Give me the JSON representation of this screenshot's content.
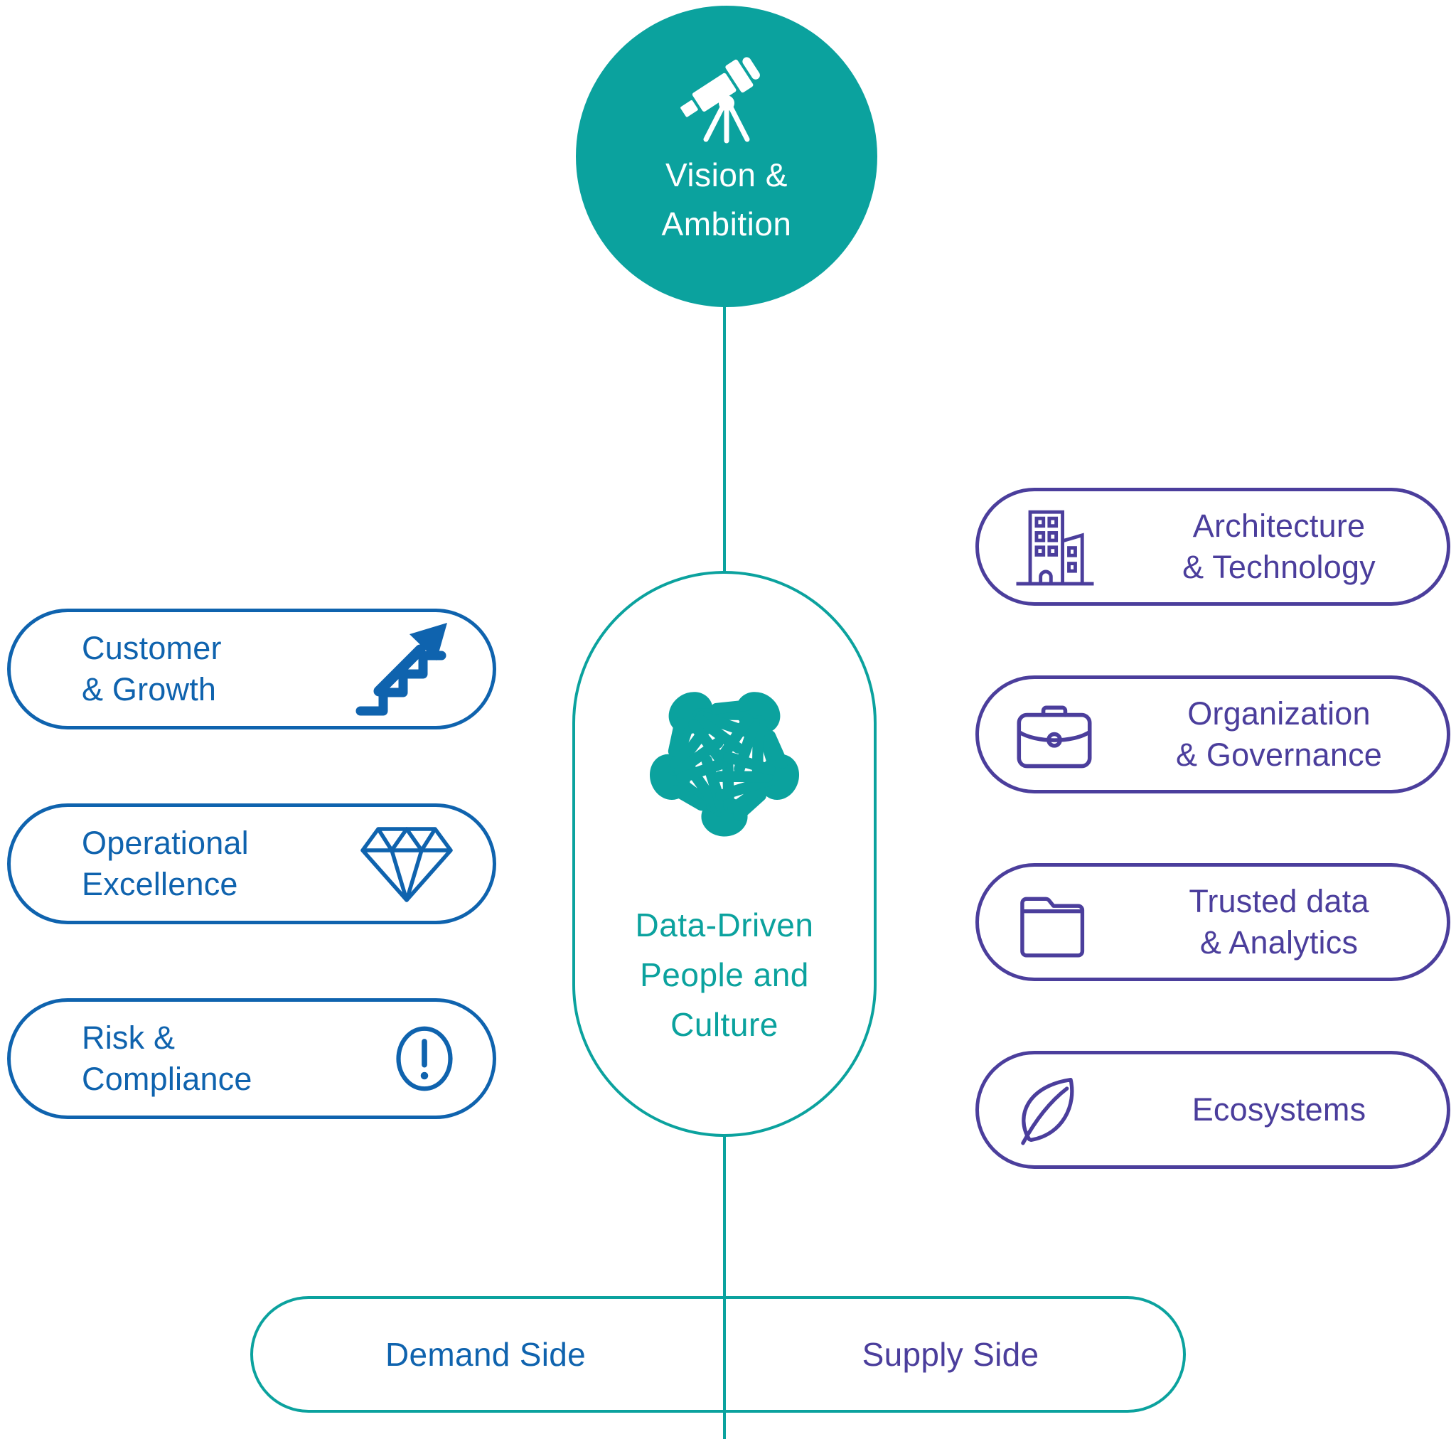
{
  "colors": {
    "teal": "#0BA29E",
    "blue": "#0F63AE",
    "purple": "#4B3E9C",
    "white": "#FFFFFF"
  },
  "top_node": {
    "icon": "telescope-icon",
    "line1": "Vision &",
    "line2": "Ambition"
  },
  "center_node": {
    "icon": "hands-circle-icon",
    "line1": "Data-Driven",
    "line2": "People and",
    "line3": "Culture"
  },
  "left_boxes": [
    {
      "line1": "Customer",
      "line2": "& Growth",
      "icon": "stairs-growth-icon"
    },
    {
      "line1": "Operational",
      "line2": "Excellence",
      "icon": "diamond-icon"
    },
    {
      "line1": "Risk &",
      "line2": "Compliance",
      "icon": "exclamation-circle-icon"
    }
  ],
  "right_boxes": [
    {
      "line1": "Architecture",
      "line2": "& Technology",
      "icon": "buildings-icon"
    },
    {
      "line1": "Organization",
      "line2": "& Governance",
      "icon": "briefcase-icon"
    },
    {
      "line1": "Trusted data",
      "line2": "& Analytics",
      "icon": "folder-icon"
    },
    {
      "line1": "Ecosystems",
      "line2": "",
      "icon": "leaf-icon"
    }
  ],
  "bottom_bar": {
    "left_label": "Demand Side",
    "right_label": "Supply Side"
  }
}
